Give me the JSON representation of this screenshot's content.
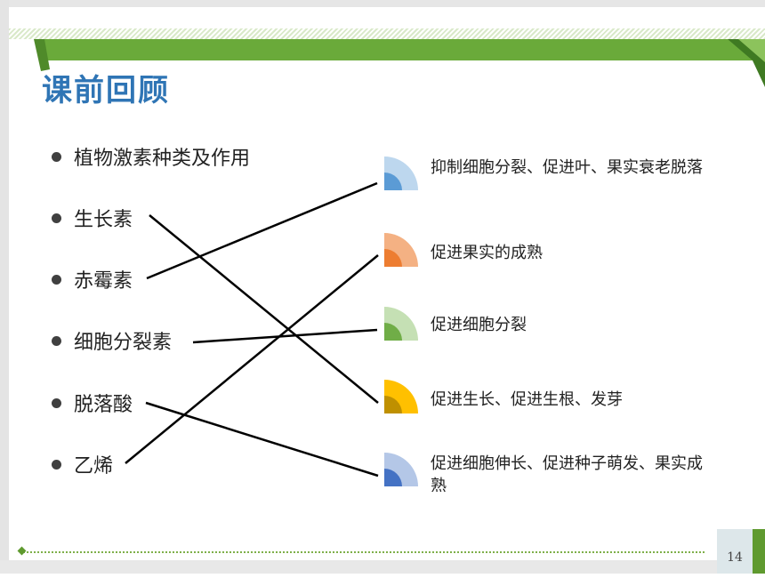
{
  "title": "课前回顾",
  "left_items": [
    "植物激素种类及作用",
    "生长素",
    "赤霉素",
    "细胞分裂素",
    "脱落酸",
    "乙烯"
  ],
  "right_items": [
    {
      "text": "抑制细胞分裂、促进叶、果实衰老脱落",
      "color_light": "#bdd7ee",
      "color_dark": "#5b9bd5"
    },
    {
      "text": "促进果实的成熟",
      "color_light": "#f4b183",
      "color_dark": "#ed7d31"
    },
    {
      "text": "促进细胞分裂",
      "color_light": "#c5e0b4",
      "color_dark": "#70ad47"
    },
    {
      "text": "促进生长、促进生根、发芽",
      "color_light": "#ffc000",
      "color_dark": "#bf9000"
    },
    {
      "text": "促进细胞伸长、促进种子萌发、果实成熟",
      "color_light": "#b4c7e7",
      "color_dark": "#4472c4"
    }
  ],
  "page_number": "14",
  "colors": {
    "title": "#2f75b5",
    "banner": "#5f9a2f"
  }
}
